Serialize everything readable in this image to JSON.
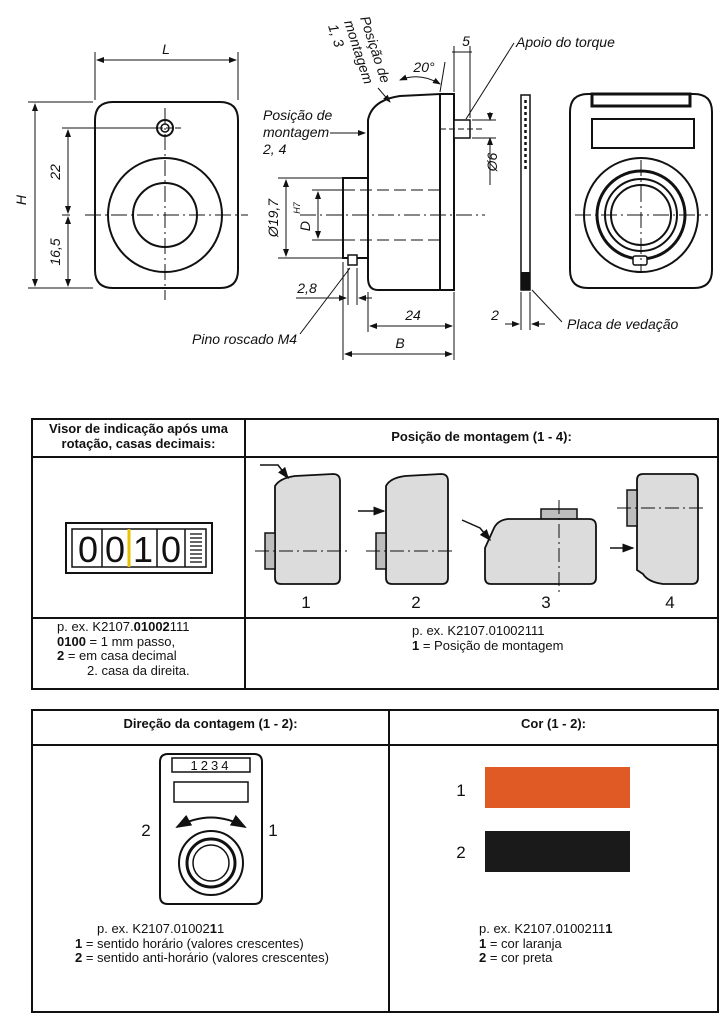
{
  "drawing": {
    "dim_L": "L",
    "dim_H": "H",
    "dim_22": "22",
    "dim_16_5": "16,5",
    "dim_5": "5",
    "dim_angle": "20°",
    "dim_d19": "Ø19,7",
    "dim_D": "D",
    "dim_H7": "H7",
    "dim_d6": "Ø6",
    "dim_2_8": "2,8",
    "dim_24": "24",
    "dim_B": "B",
    "dim_2": "2",
    "label_pos13_l1": "Posição de",
    "label_pos13_l2": "montagem",
    "label_pos13_l3": "1, 3",
    "label_pos24_l1": "Posição de",
    "label_pos24_l2": "montagem",
    "label_pos24_l3": "2, 4",
    "label_apoio": "Apoio do torque",
    "label_pino": "Pino roscado M4",
    "label_placa": "Placa de vedação"
  },
  "table1": {
    "header_left_l1": "Visor de indicação após uma",
    "header_left_l2": "rotação, casas decimais:",
    "header_right": "Posição de montagem (1 - 4):",
    "counter_digits": [
      "0",
      "0",
      "1",
      "0"
    ],
    "positions": [
      "1",
      "2",
      "3",
      "4"
    ],
    "left_footer": {
      "l1_pre": "p. ex.  K2107.",
      "l1_bold": "01002",
      "l1_post": "111",
      "l2_bold": "0100",
      "l2_post": " = 1 mm passo,",
      "l3_bold": "2",
      "l3_post": " = em casa decimal",
      "l4": "2. casa da direita."
    },
    "right_footer": {
      "l1": "p. ex.  K2107.01002111",
      "l2_bold": "1",
      "l2_post": " = Posição de montagem"
    }
  },
  "table2": {
    "header_left": "Direção da contagem (1 - 2):",
    "header_right": "Cor (1 - 2):",
    "device_digits": "1234",
    "dir_label_left": "2",
    "dir_label_right": "1",
    "color_labels": [
      "1",
      "2"
    ],
    "colors": {
      "orange": "#e05a25",
      "black": "#1a1a1a"
    },
    "left_footer": {
      "l1_pre": "p. ex.  K2107.01002",
      "l1_bold": "1",
      "l1_post": "1",
      "l2_bold": "1",
      "l2_post": " = sentido horário (valores crescentes)",
      "l3_bold": "2",
      "l3_post": " = sentido anti-horário (valores crescentes)"
    },
    "right_footer": {
      "l1_pre": "p. ex.  K2107.0100211",
      "l1_bold": "1",
      "l2_bold": "1",
      "l2_post": " = cor laranja",
      "l3_bold": "2",
      "l3_post": " = cor preta"
    }
  }
}
